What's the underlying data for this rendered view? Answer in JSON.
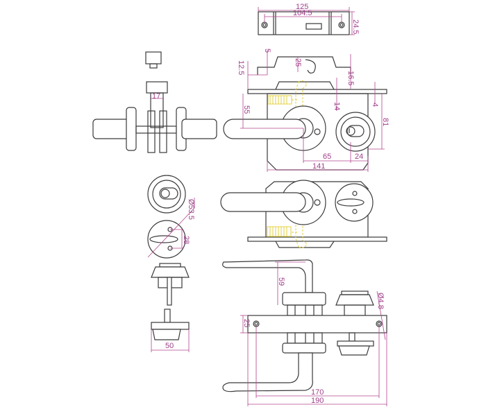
{
  "colors": {
    "line": "#3a3a3a",
    "dimension": "#b0458f",
    "hidden": "#e3d23f"
  },
  "dimensions": {
    "strike_length": "125",
    "strike_hole_pitch": "104.5",
    "strike_height": "24.5",
    "strike_step": "5",
    "strike_offset": "12.5",
    "strike_hook": "25",
    "strike_depth": "16.5",
    "faceplate_to_rack": "14",
    "faceplate_thickness": "4",
    "backset": "55",
    "body_height": "81",
    "spindle_to_cylinder": "65",
    "cylinder_to_edge": "24",
    "body_width": "141",
    "spindle_square": "17",
    "rose_diameter": "Ø53.5",
    "rose_hole_pitch": "28",
    "lever_height": "59",
    "screw_diameter": "Ø4.8",
    "plate_width": "25",
    "thumbturn_width": "50",
    "plate_hole_pitch": "170",
    "plate_length": "190"
  }
}
